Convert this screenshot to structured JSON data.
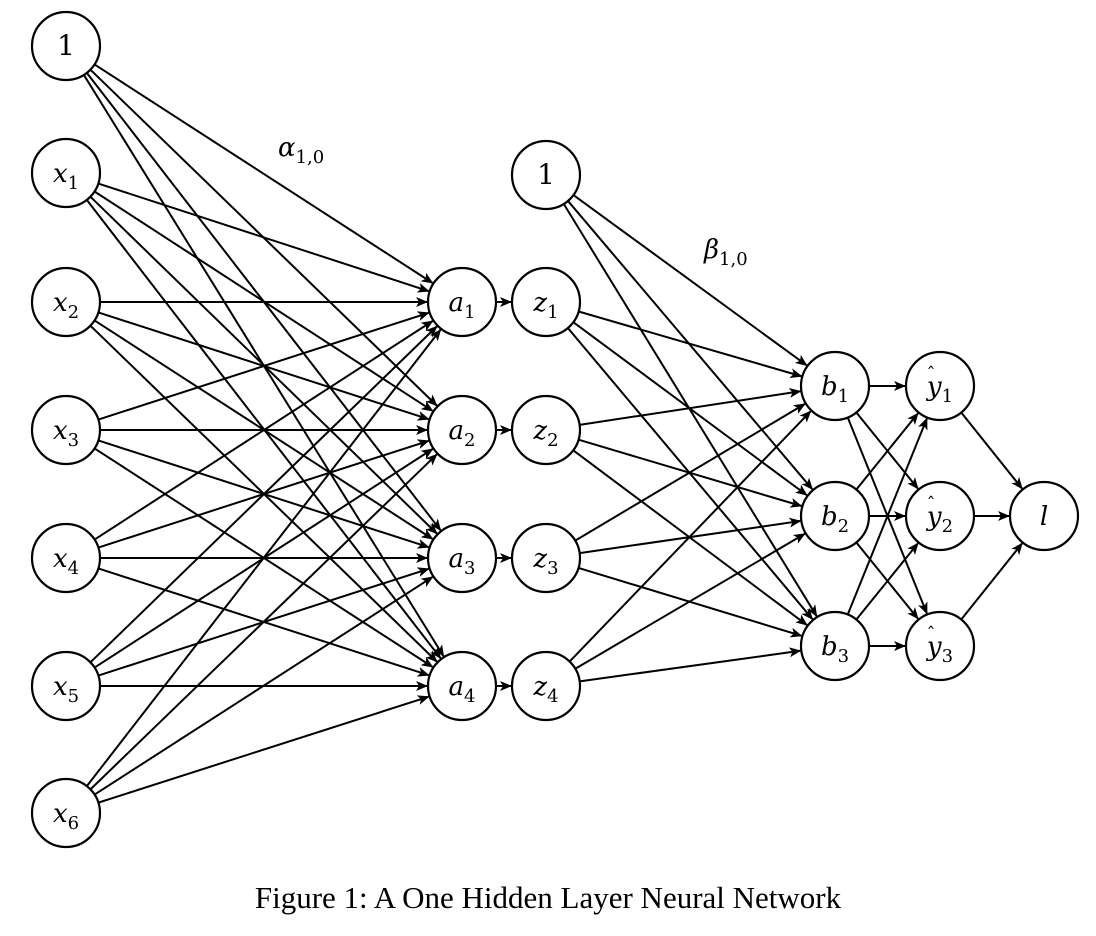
{
  "figure": {
    "caption": "Figure 1: A One Hidden Layer Neural Network",
    "stroke_color": "#000000",
    "background": "#ffffff"
  },
  "nodes": [
    {
      "id": "bias0",
      "label": "1",
      "sub": "",
      "hat": false,
      "layer": "input"
    },
    {
      "id": "x1",
      "label": "x",
      "sub": "1",
      "hat": false,
      "layer": "input"
    },
    {
      "id": "x2",
      "label": "x",
      "sub": "2",
      "hat": false,
      "layer": "input"
    },
    {
      "id": "x3",
      "label": "x",
      "sub": "3",
      "hat": false,
      "layer": "input"
    },
    {
      "id": "x4",
      "label": "x",
      "sub": "4",
      "hat": false,
      "layer": "input"
    },
    {
      "id": "x5",
      "label": "x",
      "sub": "5",
      "hat": false,
      "layer": "input"
    },
    {
      "id": "x6",
      "label": "x",
      "sub": "6",
      "hat": false,
      "layer": "input"
    },
    {
      "id": "a1",
      "label": "a",
      "sub": "1",
      "hat": false,
      "layer": "hidden-pre"
    },
    {
      "id": "a2",
      "label": "a",
      "sub": "2",
      "hat": false,
      "layer": "hidden-pre"
    },
    {
      "id": "a3",
      "label": "a",
      "sub": "3",
      "hat": false,
      "layer": "hidden-pre"
    },
    {
      "id": "a4",
      "label": "a",
      "sub": "4",
      "hat": false,
      "layer": "hidden-pre"
    },
    {
      "id": "bias1",
      "label": "1",
      "sub": "",
      "hat": false,
      "layer": "hidden"
    },
    {
      "id": "z1",
      "label": "z",
      "sub": "1",
      "hat": false,
      "layer": "hidden"
    },
    {
      "id": "z2",
      "label": "z",
      "sub": "2",
      "hat": false,
      "layer": "hidden"
    },
    {
      "id": "z3",
      "label": "z",
      "sub": "3",
      "hat": false,
      "layer": "hidden"
    },
    {
      "id": "z4",
      "label": "z",
      "sub": "4",
      "hat": false,
      "layer": "hidden"
    },
    {
      "id": "b1",
      "label": "b",
      "sub": "1",
      "hat": false,
      "layer": "output-pre"
    },
    {
      "id": "b2",
      "label": "b",
      "sub": "2",
      "hat": false,
      "layer": "output-pre"
    },
    {
      "id": "b3",
      "label": "b",
      "sub": "3",
      "hat": false,
      "layer": "output-pre"
    },
    {
      "id": "y1",
      "label": "y",
      "sub": "1",
      "hat": true,
      "layer": "output"
    },
    {
      "id": "y2",
      "label": "y",
      "sub": "2",
      "hat": true,
      "layer": "output"
    },
    {
      "id": "y3",
      "label": "y",
      "sub": "3",
      "hat": true,
      "layer": "output"
    },
    {
      "id": "l",
      "label": "l",
      "sub": "",
      "hat": false,
      "layer": "loss"
    }
  ],
  "connections": [
    {
      "from": [
        "bias0",
        "x1",
        "x2",
        "x3",
        "x4",
        "x5",
        "x6"
      ],
      "to": [
        "a1",
        "a2",
        "a3",
        "a4"
      ],
      "type": "full"
    },
    {
      "from": [
        "a1",
        "a2",
        "a3",
        "a4"
      ],
      "to": [
        "z1",
        "z2",
        "z3",
        "z4"
      ],
      "type": "pairwise"
    },
    {
      "from": [
        "bias1",
        "z1",
        "z2",
        "z3",
        "z4"
      ],
      "to": [
        "b1",
        "b2",
        "b3"
      ],
      "type": "full"
    },
    {
      "from": [
        "b1",
        "b2",
        "b3"
      ],
      "to": [
        "y1",
        "y2",
        "y3"
      ],
      "type": "full"
    },
    {
      "from": [
        "y1",
        "y2",
        "y3"
      ],
      "to": [
        "l"
      ],
      "type": "full"
    }
  ],
  "edge_labels": [
    {
      "id": "alpha",
      "symbol": "α",
      "sub": "1,0",
      "edge": [
        "bias0",
        "a1"
      ]
    },
    {
      "id": "beta",
      "symbol": "β",
      "sub": "1,0",
      "edge": [
        "bias1",
        "b1"
      ]
    }
  ]
}
